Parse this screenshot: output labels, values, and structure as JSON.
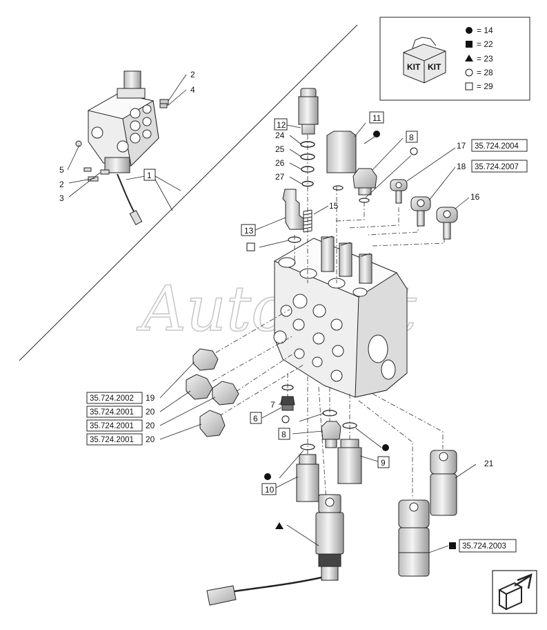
{
  "watermark": "AutoSoft",
  "kit_legend": {
    "icon_text_left": "KIT",
    "icon_text_right": "KIT",
    "items": [
      {
        "symbol": "filled-circle",
        "text": "= 14"
      },
      {
        "symbol": "filled-square",
        "text": "= 22"
      },
      {
        "symbol": "filled-triangle",
        "text": "= 23"
      },
      {
        "symbol": "open-circle",
        "text": "= 28"
      },
      {
        "symbol": "open-square",
        "text": "= 29"
      }
    ]
  },
  "callouts": {
    "n1": "1",
    "n2a": "2",
    "n4": "4",
    "n5": "5",
    "n2b": "2",
    "n3": "3",
    "n12": "12",
    "n24": "24",
    "n25": "25",
    "n26": "26",
    "n27": "27",
    "n11": "11",
    "n8a": "8",
    "n17": "17",
    "n18": "18",
    "n16": "16",
    "n15": "15",
    "n13": "13",
    "n19": "19",
    "n20a": "20",
    "n20b": "20",
    "n20c": "20",
    "n7": "7",
    "n6": "6",
    "n8b": "8",
    "n9": "9",
    "n10": "10",
    "n21": "21"
  },
  "refs": {
    "r17": "35.724.2004",
    "r18": "35.724.2007",
    "r19": "35.724.2002",
    "r20a": "35.724.2001",
    "r20b": "35.724.2001",
    "r20c": "35.724.2001",
    "r_bottom": "35.724.2003"
  },
  "nav_icon": "next-page-arrow-icon"
}
